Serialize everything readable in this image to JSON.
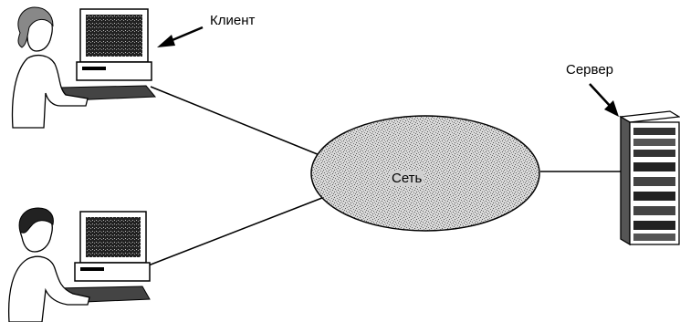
{
  "labels": {
    "client": "Клиент",
    "server": "Сервер",
    "network": "Сеть"
  },
  "icons": {
    "client_top": "person-at-computer-icon",
    "client_bottom": "person-at-computer-icon",
    "server": "server-tower-icon",
    "network": "network-cloud-icon"
  },
  "colors": {
    "line": "#000000",
    "cloud_fill": "#c8c8c8",
    "background": "#ffffff"
  }
}
